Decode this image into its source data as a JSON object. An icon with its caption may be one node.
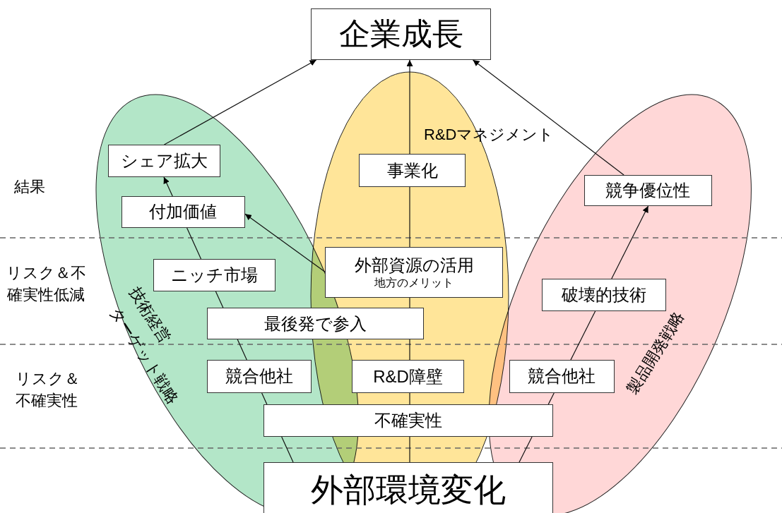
{
  "diagram": {
    "nodes": [
      {
        "text": [
          "企業成長"
        ]
      },
      {
        "text": [
          "技術経営",
          "ターゲット戦略"
        ]
      },
      {
        "text": [
          "R&Dマネジメント"
        ]
      },
      {
        "text": [
          "製品開発戦略"
        ]
      },
      {
        "text": [
          "シェア拡大"
        ],
        "in": 1
      },
      {
        "text": [
          "事業化"
        ],
        "in": 2
      },
      {
        "text": [
          "競争優位性"
        ],
        "in": 3
      },
      {
        "text": [
          "付加価値"
        ],
        "in": 1
      },
      {
        "text": [
          "外部資源の活用",
          "地方のメリット"
        ],
        "in": 2
      },
      {
        "text": [
          "ニッチ市場"
        ],
        "in": 1
      },
      {
        "text": [
          "破壊的技術"
        ],
        "in": 3
      },
      {
        "text": [
          "最後発で参入"
        ]
      },
      {
        "text": [
          "競合他社"
        ],
        "in": 1
      },
      {
        "text": [
          "R&D障壁"
        ],
        "in": 2
      },
      {
        "text": [
          "競合他社"
        ],
        "in": 3
      },
      {
        "text": [
          "不確実性"
        ]
      },
      {
        "text": [
          "外部環境変化"
        ]
      }
    ],
    "edges": [
      {
        "from": 16,
        "to": 15,
        "arrow": "none"
      },
      {
        "from": 15,
        "to": 12,
        "arrow": "none"
      },
      {
        "from": 12,
        "to": 11,
        "arrow": "none"
      },
      {
        "from": 11,
        "to": 9,
        "arrow": "none"
      },
      {
        "from": 9,
        "to": 7,
        "arrow": "none"
      },
      {
        "from": 7,
        "to": 4,
        "arrow": "to"
      },
      {
        "from": 4,
        "to": 0,
        "arrow": "to"
      },
      {
        "from": 16,
        "to": 15,
        "arrow": "none"
      },
      {
        "from": 15,
        "to": 13,
        "arrow": "none"
      },
      {
        "from": 13,
        "to": 11,
        "arrow": "none"
      },
      {
        "from": 11,
        "to": 8,
        "arrow": "none"
      },
      {
        "from": 8,
        "to": 5,
        "arrow": "none"
      },
      {
        "from": 5,
        "to": 0,
        "arrow": "to"
      },
      {
        "from": 16,
        "to": 15,
        "arrow": "none"
      },
      {
        "from": 15,
        "to": 14,
        "arrow": "none"
      },
      {
        "from": 14,
        "to": 10,
        "arrow": "none"
      },
      {
        "from": 10,
        "to": 6,
        "arrow": "to"
      },
      {
        "from": 6,
        "to": 0,
        "arrow": "to"
      },
      {
        "from": 8,
        "to": 7,
        "arrow": "to"
      }
    ],
    "labels": [
      "結果",
      "リスク＆不確実性低減",
      "リスク＆不確実性"
    ]
  }
}
